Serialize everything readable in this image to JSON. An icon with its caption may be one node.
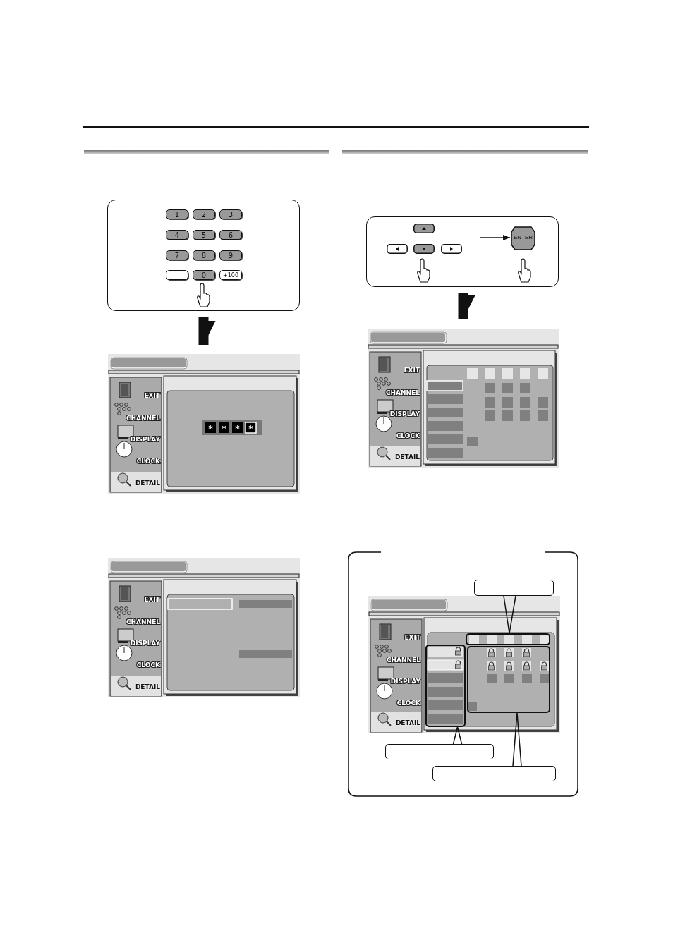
{
  "diagram": {
    "nodes": [
      {
        "text": [],
        "shape": "box"
      },
      {
        "text": [
          "1"
        ],
        "in": 0
      },
      {
        "text": [
          "2"
        ],
        "in": 0
      },
      {
        "text": [
          "3"
        ],
        "in": 0
      },
      {
        "text": [
          "4"
        ],
        "in": 0
      },
      {
        "text": [
          "5"
        ],
        "in": 0
      },
      {
        "text": [
          "6"
        ],
        "in": 0
      },
      {
        "text": [
          "7"
        ],
        "in": 0
      },
      {
        "text": [
          "8"
        ],
        "in": 0
      },
      {
        "text": [
          "9"
        ],
        "in": 0
      },
      {
        "text": [
          "–"
        ],
        "in": 0
      },
      {
        "text": [
          "0"
        ],
        "in": 0
      },
      {
        "text": [
          "+100"
        ],
        "in": 0
      },
      {
        "text": [],
        "shape": "box"
      },
      {
        "text": [],
        "shape": "box"
      },
      {
        "text": [],
        "shape": "box"
      },
      {
        "text": [
          "ENTER"
        ],
        "in": 15
      },
      {
        "text": [],
        "shape": "box"
      },
      {
        "text": [],
        "shape": "box"
      },
      {
        "text": [],
        "shape": "box",
        "in": 18
      },
      {
        "text": [],
        "shape": "box",
        "in": 18
      },
      {
        "text": [],
        "shape": "box",
        "in": 18
      },
      {
        "text": [],
        "shape": "box",
        "in": 18
      },
      {
        "text": [],
        "shape": "box",
        "in": 19
      },
      {
        "text": [],
        "shape": "box",
        "in": 19
      },
      {
        "text": [],
        "shape": "box",
        "in": 19
      }
    ],
    "edges": [
      {
        "from": 0,
        "to": 13,
        "arrow": "to",
        "style": "thick"
      },
      {
        "from": null,
        "to": 16,
        "arrow": "to"
      },
      {
        "from": 15,
        "to": 17,
        "arrow": "to",
        "style": "thick"
      },
      {
        "from": 20,
        "to": 23,
        "arrow": "none"
      },
      {
        "from": 21,
        "to": 24,
        "arrow": "none"
      },
      {
        "from": 22,
        "to": 25,
        "arrow": "none"
      }
    ],
    "labels": [
      "EXIT",
      "CHANNEL",
      "DISPLAY",
      "CLOCK",
      "DETAIL",
      "*",
      "*",
      "*",
      "*",
      "EXIT",
      "CHANNEL",
      "DISPLAY",
      "CLOCK",
      "DETAIL",
      "EXIT",
      "CHANNEL",
      "DISPLAY",
      "CLOCK",
      "DETAIL",
      "EXIT",
      "CHANNEL",
      "DISPLAY",
      "CLOCK",
      "DETAIL"
    ]
  }
}
